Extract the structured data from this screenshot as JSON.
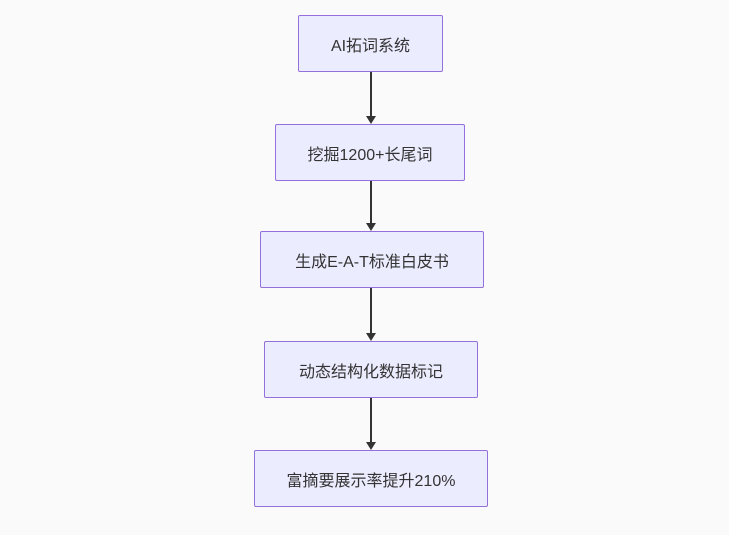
{
  "flowchart": {
    "type": "vertical-flow",
    "nodes": [
      {
        "id": "n1",
        "label": "AI拓词系统"
      },
      {
        "id": "n2",
        "label": "挖掘1200+长尾词"
      },
      {
        "id": "n3",
        "label": "生成E-A-T标准白皮书"
      },
      {
        "id": "n4",
        "label": "动态结构化数据标记"
      },
      {
        "id": "n5",
        "label": "富摘要展示率提升210%"
      }
    ],
    "edges": [
      {
        "from": "n1",
        "to": "n2",
        "style": "arrow-down"
      },
      {
        "from": "n2",
        "to": "n3",
        "style": "arrow-down"
      },
      {
        "from": "n3",
        "to": "n4",
        "style": "arrow-down"
      },
      {
        "from": "n4",
        "to": "n5",
        "style": "arrow-down"
      }
    ],
    "colors": {
      "node_fill": "#ECECFF",
      "node_border": "#9370DB",
      "arrow": "#333333",
      "text": "#333333",
      "background": "#FAFAFA"
    }
  }
}
